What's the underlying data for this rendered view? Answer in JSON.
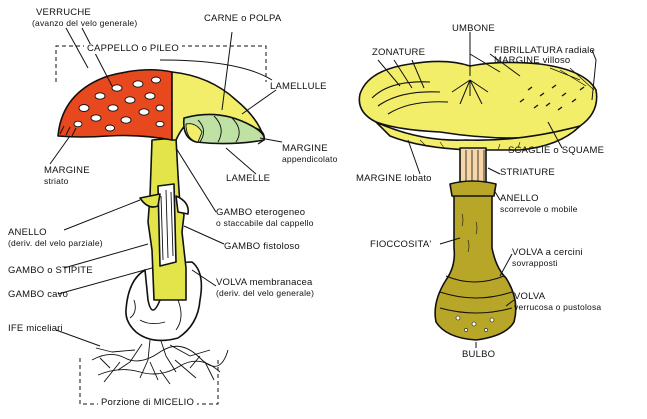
{
  "colors": {
    "cap_red": "#e8481e",
    "cap_yellow": "#f3ee6a",
    "stem_yellow": "#e2e44a",
    "gill_green": "#bfe1a4",
    "olive": "#b8a629",
    "peach": "#f7d7a8",
    "ink": "#111111"
  },
  "left_labels": {
    "verruche": "VERRUCHE",
    "verruche_sub": "(avanzo del velo generale)",
    "carne": "CARNE o POLPA",
    "cappello": "CAPPELLO o PILEO",
    "lamellule": "LAMELLULE",
    "margine_striato": "MARGINE",
    "margine_striato_sub": "striato",
    "margine_app": "MARGINE",
    "margine_app_sub": "appendicolato",
    "lamelle": "LAMELLE",
    "gambo_eter": "GAMBO eterogeneo",
    "gambo_eter_sub": "o staccabile dal cappello",
    "anello": "ANELLO",
    "anello_sub": "(deriv. del velo parziale)",
    "gambo_fist": "GAMBO fistoloso",
    "gambo_stipite": "GAMBO o STIPITE",
    "volva": "VOLVA membranacea",
    "volva_sub": "(deriv. del velo generale)",
    "gambo_cavo": "GAMBO cavo",
    "ife": "IFE miceliari",
    "micelio": "Porzione di MICELIO"
  },
  "right_labels": {
    "umbone": "UMBONE",
    "zonature": "ZONATURE",
    "fibrillatura": "FIBRILLATURA radiale",
    "margine_villoso": "MARGINE villoso",
    "scaglie": "SCAGLIE o SQUAME",
    "margine_lobato": "MARGINE lobato",
    "striature": "STRIATURE",
    "anello": "ANELLO",
    "anello_sub": "scorrevole o mobile",
    "fioccosita": "FIOCCOSITA'",
    "volva_cercini": "VOLVA a cercini",
    "volva_cercini_sub": "sovrapposti",
    "volva_verr": "VOLVA",
    "volva_verr_sub": "verrucosa o pustolosa",
    "bulbo": "BULBO"
  }
}
